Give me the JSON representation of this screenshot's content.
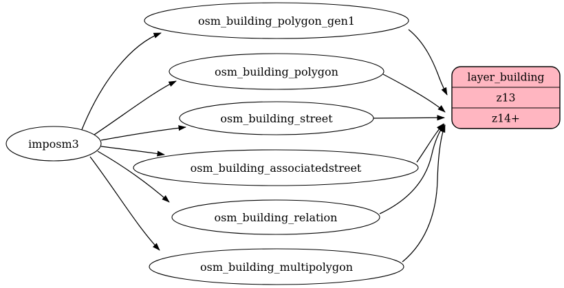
{
  "diagram": {
    "source_node": {
      "label": "imposm3"
    },
    "table_nodes": [
      {
        "label": "osm_building_polygon_gen1"
      },
      {
        "label": "osm_building_polygon"
      },
      {
        "label": "osm_building_street"
      },
      {
        "label": "osm_building_associatedstreet"
      },
      {
        "label": "osm_building_relation"
      },
      {
        "label": "osm_building_multipolygon"
      }
    ],
    "layer_node": {
      "title": "layer_building",
      "rows": [
        {
          "label": "z13"
        },
        {
          "label": "z14+"
        }
      ],
      "fill_color": "#ffb6c1",
      "stroke_color": "#000000"
    },
    "edges": [
      {
        "from": "imposm3",
        "to": "osm_building_polygon_gen1"
      },
      {
        "from": "imposm3",
        "to": "osm_building_polygon"
      },
      {
        "from": "imposm3",
        "to": "osm_building_street"
      },
      {
        "from": "imposm3",
        "to": "osm_building_associatedstreet"
      },
      {
        "from": "imposm3",
        "to": "osm_building_relation"
      },
      {
        "from": "imposm3",
        "to": "osm_building_multipolygon"
      },
      {
        "from": "osm_building_polygon_gen1",
        "to": "layer_building:z13"
      },
      {
        "from": "osm_building_polygon",
        "to": "layer_building:z14+"
      },
      {
        "from": "osm_building_street",
        "to": "layer_building:z14+"
      },
      {
        "from": "osm_building_associatedstreet",
        "to": "layer_building:z14+"
      },
      {
        "from": "osm_building_relation",
        "to": "layer_building:z14+"
      },
      {
        "from": "osm_building_multipolygon",
        "to": "layer_building:z14+"
      }
    ]
  }
}
